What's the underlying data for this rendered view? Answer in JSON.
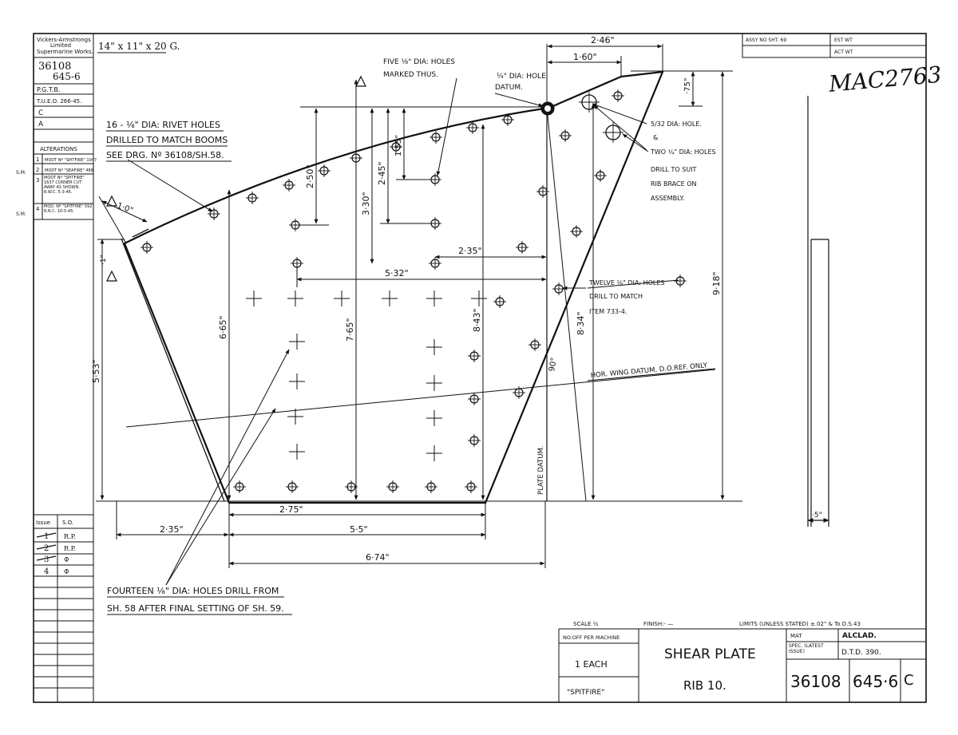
{
  "title_block": {
    "company": [
      "Vickers-Armstrongs",
      "Limited",
      "Supermarine Works."
    ],
    "drawing_no": "36108",
    "sheet": "645-6",
    "pgtb": "P.G.T.B.",
    "tueo": "T.U.E.O. 266-45.",
    "letter_c": "C",
    "letter_a": "A",
    "alterations_label": "ALTERATIONS",
    "alterations": [
      {
        "n": "1",
        "text": "MODT Nº \"SPITFIRE\" 1047"
      },
      {
        "n": "2",
        "text": "MODT Nº \"SEAFIRE\" 488"
      },
      {
        "n": "3",
        "text": "MODT Nº \"SPITFIRE\" 1637 CORNER CUT AWAY AS SHOWN. R.W.C. 5-3-46."
      },
      {
        "n": "4",
        "text": "MOD. Nº \"SPITFIRE\" 592 R.N.C. 10-5-45."
      }
    ],
    "sm1": "S.M.",
    "sm2": "S.M.",
    "issue_label": "Issue",
    "so_label": "S.O.",
    "issues": [
      {
        "issue": "1",
        "so": "R.P."
      },
      {
        "issue": "2",
        "so": "R.P."
      },
      {
        "issue": "3",
        "so": "Ф"
      },
      {
        "issue": "4",
        "so": "Ф"
      }
    ],
    "assy_no": "ASSY NO SHT. 69",
    "est_wt": "EST WT",
    "act_wt": "ACT WT",
    "stamp": "MAC2763",
    "scale": "SCALE ½",
    "finish": "FINISH:-  —",
    "limits": "LIMITS (UNLESS STATED)  ±.02\" & To D.S.43",
    "no_off_label": "NO.OFF PER MACHINE",
    "no_off_value": "1 EACH",
    "machine": "\"SPITFIRE\"",
    "part_name_1": "SHEAR PLATE",
    "part_name_2": "RIB 10.",
    "mat_label": "MAT",
    "mat_value": "ALCLAD.",
    "spec_label": "SPEC. (LATEST ISSUE)",
    "spec_value": "D.T.D. 390.",
    "final_drawing": "36108",
    "final_sheet": "645·6",
    "final_issue": "C"
  },
  "material_note": "14\" x 11\" x 20 G.",
  "notes": {
    "five_holes_1": "FIVE ⅛\" DIA: HOLES",
    "five_holes_2": "MARKED THUS.",
    "datum_hole_1": "¼\" DIA: HOLE",
    "datum_hole_2": "DATUM.",
    "rivet_1": "16 - ⅛\" DIA: RIVET HOLES",
    "rivet_2": "DRILLED TO MATCH BOOMS",
    "rivet_3": "SEE DRG. Nº 36108/SH.58.",
    "rib_1": "5/32 DIA: HOLE.",
    "rib_2": "&",
    "rib_3": "TWO ¼\" DIA: HOLES",
    "rib_4": "DRILL TO SUIT",
    "rib_5": "RIB BRACE ON",
    "rib_6": "ASSEMBLY.",
    "twelve_1": "TWELVE ⅛\" DIA: HOLES",
    "twelve_2": "DRILL TO MATCH",
    "twelve_3": "ITEM 733-4.",
    "hor_datum": "HOR. WING DATUM. D.O.REF. ONLY",
    "plate_datum": "PLATE DATUM.",
    "fourteen_1": "FOURTEEN ⅛\" DIA: HOLES DRILL FROM",
    "fourteen_2": "SH. 58 AFTER FINAL SETTING OF SH. 59."
  },
  "dimensions": {
    "d246": "2·46\"",
    "d160": "1·60\"",
    "d075": "·75\"",
    "d10": "1·0\"",
    "d1": "·1\"",
    "d250": "2·50\"",
    "d245": "2·45\"",
    "d155": "1·55\"",
    "d330": "3·30\"",
    "d235b": "2·35\"",
    "d532": "5·32\"",
    "d665": "6·65\"",
    "d765": "7·65\"",
    "d843": "8·43\"",
    "d834": "8·34\"",
    "d918": "9·18\"",
    "d553": "5·53\"",
    "d90": "90°",
    "d275": "2·75\"",
    "d235": "2·35\"",
    "d55": "5·5\"",
    "d674": "6·74\"",
    "d05": "·5\""
  }
}
